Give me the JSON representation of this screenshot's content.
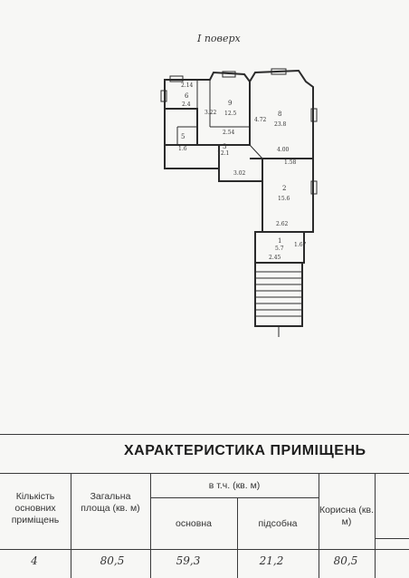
{
  "plan": {
    "title": "I поверх",
    "rooms": [
      {
        "id": "r6",
        "number": "6",
        "area": "2.4"
      },
      {
        "id": "r9",
        "number": "9",
        "area": "12.5"
      },
      {
        "id": "r8",
        "number": "8",
        "area": "23.8"
      },
      {
        "id": "r5",
        "number": "5",
        "area": "1.6"
      },
      {
        "id": "r3",
        "number": "3",
        "area": "12.1"
      },
      {
        "id": "r2",
        "number": "2",
        "area": "15.6"
      },
      {
        "id": "r1",
        "number": "1",
        "area": "5.7"
      }
    ],
    "dims": [
      "2.14",
      "3.22",
      "4.72",
      "2.54",
      "4.00",
      "3.02",
      "2.62",
      "2.45",
      "1.58",
      "1.67"
    ]
  },
  "table": {
    "title": "ХАРАКТЕРИСТИКА ПРИМІЩЕНЬ",
    "col_count_header": "Кількість основних приміщень",
    "col_total_header": "Загальна площа (кв. м)",
    "group_header": "в т.ч. (кв. м)",
    "col_main_header": "основна",
    "col_aux_header": "підсобна",
    "col_useful_header": "Корисна (кв. м)",
    "row": {
      "count": "4",
      "total": "80,5",
      "main": "59,3",
      "aux": "21,2",
      "useful": "80,5"
    }
  }
}
